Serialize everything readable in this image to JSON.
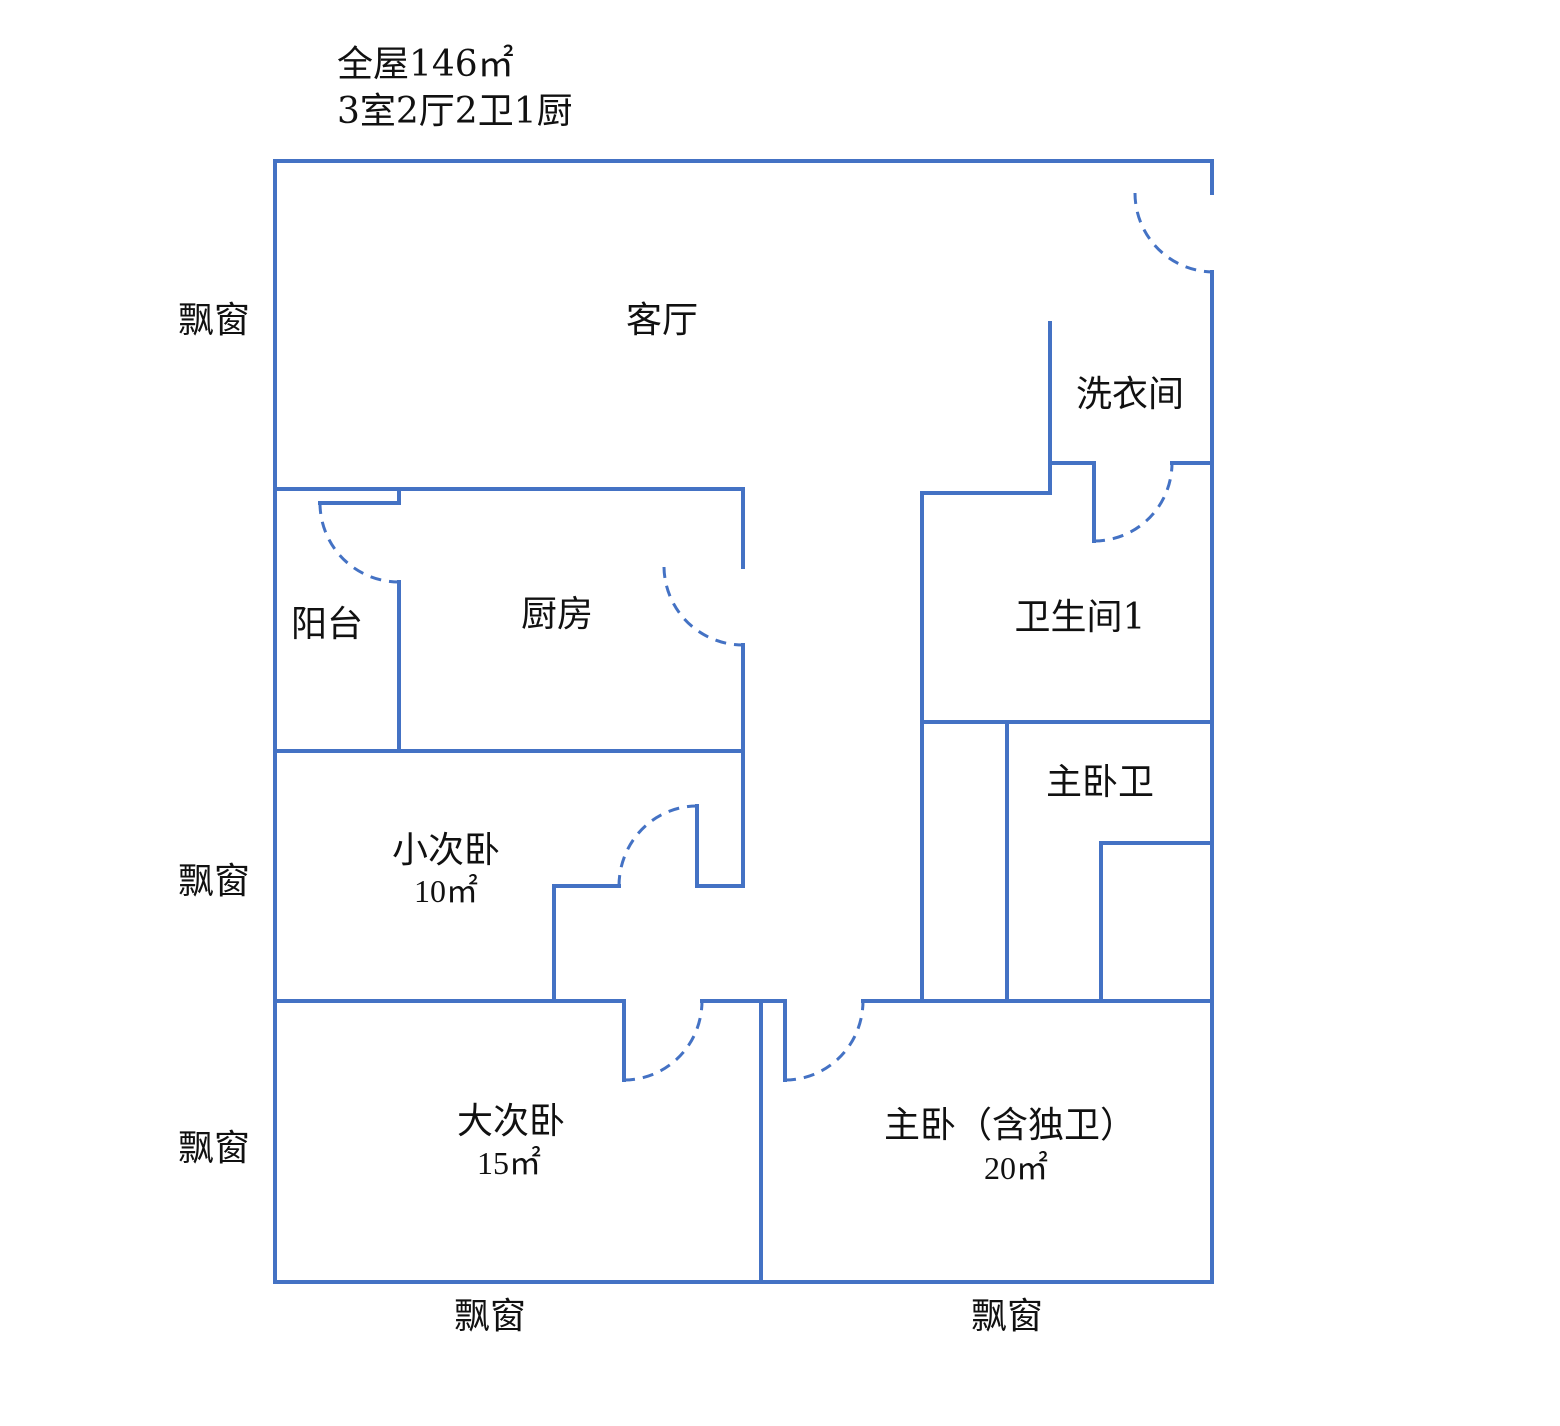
{
  "header": {
    "total_area": "全屋146㎡",
    "layout": "3室2厅2卫1厨"
  },
  "rooms": {
    "living_room": "客厅",
    "laundry": "洗衣间",
    "balcony": "阳台",
    "kitchen": "厨房",
    "bathroom_1": "卫生间1",
    "master_bath": "主卧卫",
    "small_bedroom": {
      "name": "小次卧",
      "area": "10㎡"
    },
    "large_bedroom": {
      "name": "大次卧",
      "area": "15㎡"
    },
    "master_bedroom": {
      "name": "主卧（含独卫）",
      "area": "20㎡"
    }
  },
  "windows": {
    "left_top": "飘窗",
    "left_middle": "飘窗",
    "left_bottom": "飘窗",
    "bottom_left": "飘窗",
    "bottom_right": "飘窗"
  },
  "colors": {
    "wall": "#4472C4",
    "text": "#111111"
  }
}
